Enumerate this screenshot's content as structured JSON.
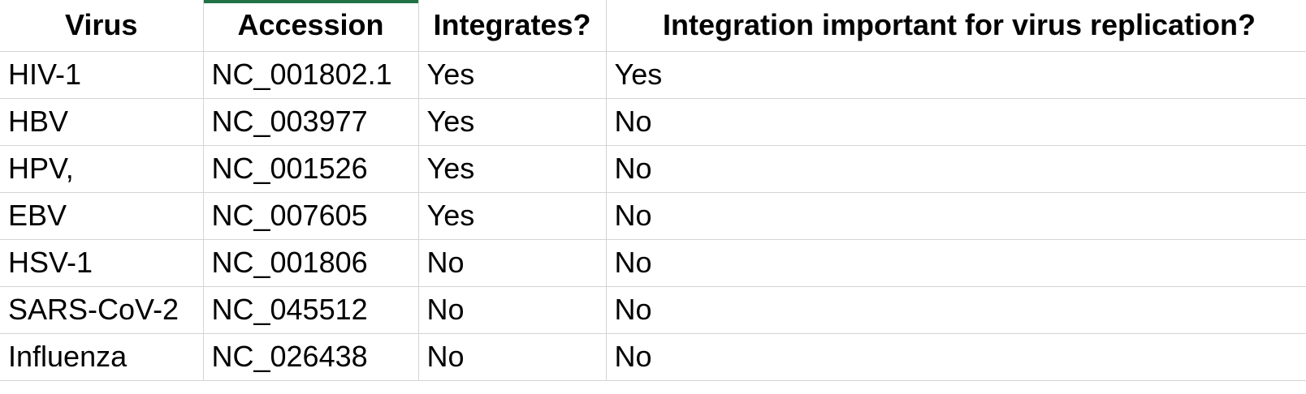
{
  "table": {
    "headers": [
      "Virus",
      "Accession",
      "Integrates?",
      "Integration important for virus replication?"
    ],
    "rows": [
      {
        "virus": "HIV-1",
        "accession": "NC_001802.1",
        "integrates": "Yes",
        "important": "Yes"
      },
      {
        "virus": "HBV",
        "accession": "NC_003977",
        "integrates": "Yes",
        "important": "No"
      },
      {
        "virus": "HPV,",
        "accession": "NC_001526",
        "integrates": "Yes",
        "important": "No"
      },
      {
        "virus": "EBV",
        "accession": "NC_007605",
        "integrates": "Yes",
        "important": "No"
      },
      {
        "virus": "HSV-1",
        "accession": "NC_001806",
        "integrates": "No",
        "important": "No"
      },
      {
        "virus": "SARS-CoV-2",
        "accession": "NC_045512",
        "integrates": "No",
        "important": "No"
      },
      {
        "virus": "Influenza",
        "accession": "NC_026438",
        "integrates": "No",
        "important": "No"
      }
    ]
  },
  "colors": {
    "gridline": "#d4d4d4",
    "active_column_marker": "#217346",
    "text": "#000000",
    "background": "#ffffff"
  }
}
